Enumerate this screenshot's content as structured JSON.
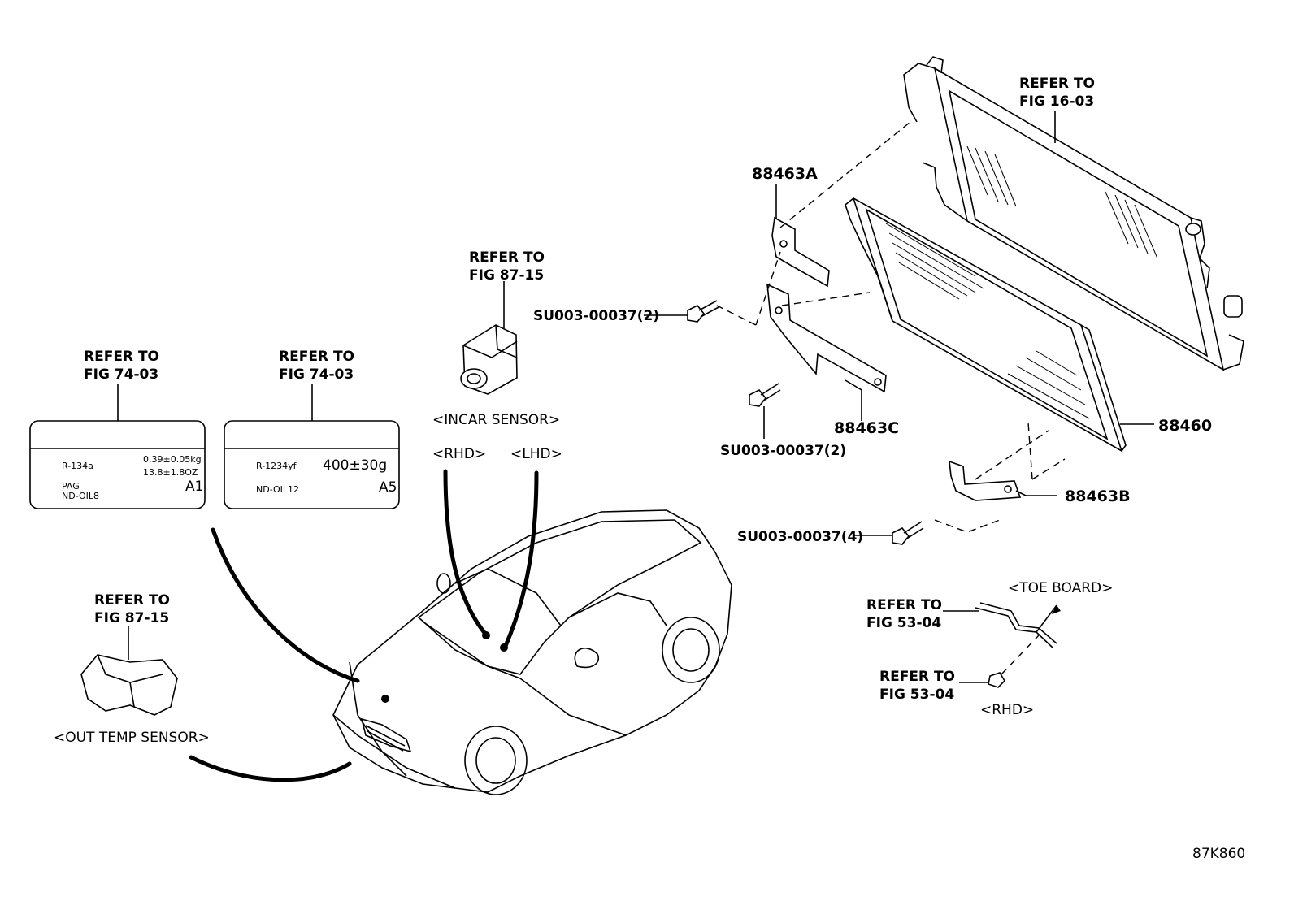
{
  "refs": {
    "ref_1603": [
      "REFER TO",
      "FIG 16-03"
    ],
    "ref_8715_top": [
      "REFER TO",
      "FIG 87-15"
    ],
    "ref_7403_left": [
      "REFER TO",
      "FIG 74-03"
    ],
    "ref_7403_right": [
      "REFER TO",
      "FIG 74-03"
    ],
    "ref_8715_bottom": [
      "REFER TO",
      "FIG 87-15"
    ],
    "ref_5304_a": [
      "REFER TO",
      "FIG 53-04"
    ],
    "ref_5304_b": [
      "REFER TO",
      "FIG 53-04"
    ]
  },
  "parts": {
    "p88463A": "88463A",
    "p88463C": "88463C",
    "p88463B": "88463B",
    "p88460": "88460",
    "bolt_a": "SU003-00037(2)",
    "bolt_b": "SU003-00037(2)",
    "bolt_c": "SU003-00037(4)"
  },
  "notes": {
    "incar": "<INCAR SENSOR>",
    "rhd": "<RHD>",
    "lhd": "<LHD>",
    "outtemp": "<OUT TEMP SENSOR>",
    "toeboard": "<TOE BOARD>",
    "rhd2": "<RHD>"
  },
  "label_a": {
    "refrigerant": "R-134a",
    "amount1": "0.39±0.05kg",
    "amount2": "13.8±1.8OZ",
    "oil": "PAG",
    "oil_code": "ND-OIL8",
    "grade": "A1"
  },
  "label_b": {
    "refrigerant": "R-1234yf",
    "amount1": "400±30g",
    "oil_code": "ND-OIL12",
    "grade": "A5"
  },
  "figure_id": "87K860"
}
